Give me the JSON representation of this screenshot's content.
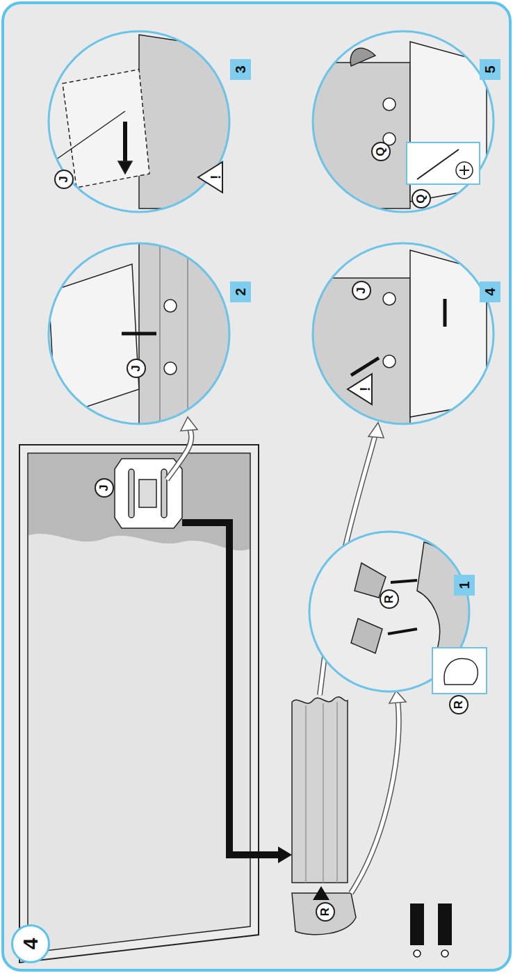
{
  "diagram": {
    "labels": [
      "4",
      "J",
      "R",
      "1",
      "R",
      "R",
      "2",
      "J",
      "3",
      "J",
      "!",
      "4",
      "J",
      "!",
      "5",
      "Q",
      "Q"
    ]
  }
}
